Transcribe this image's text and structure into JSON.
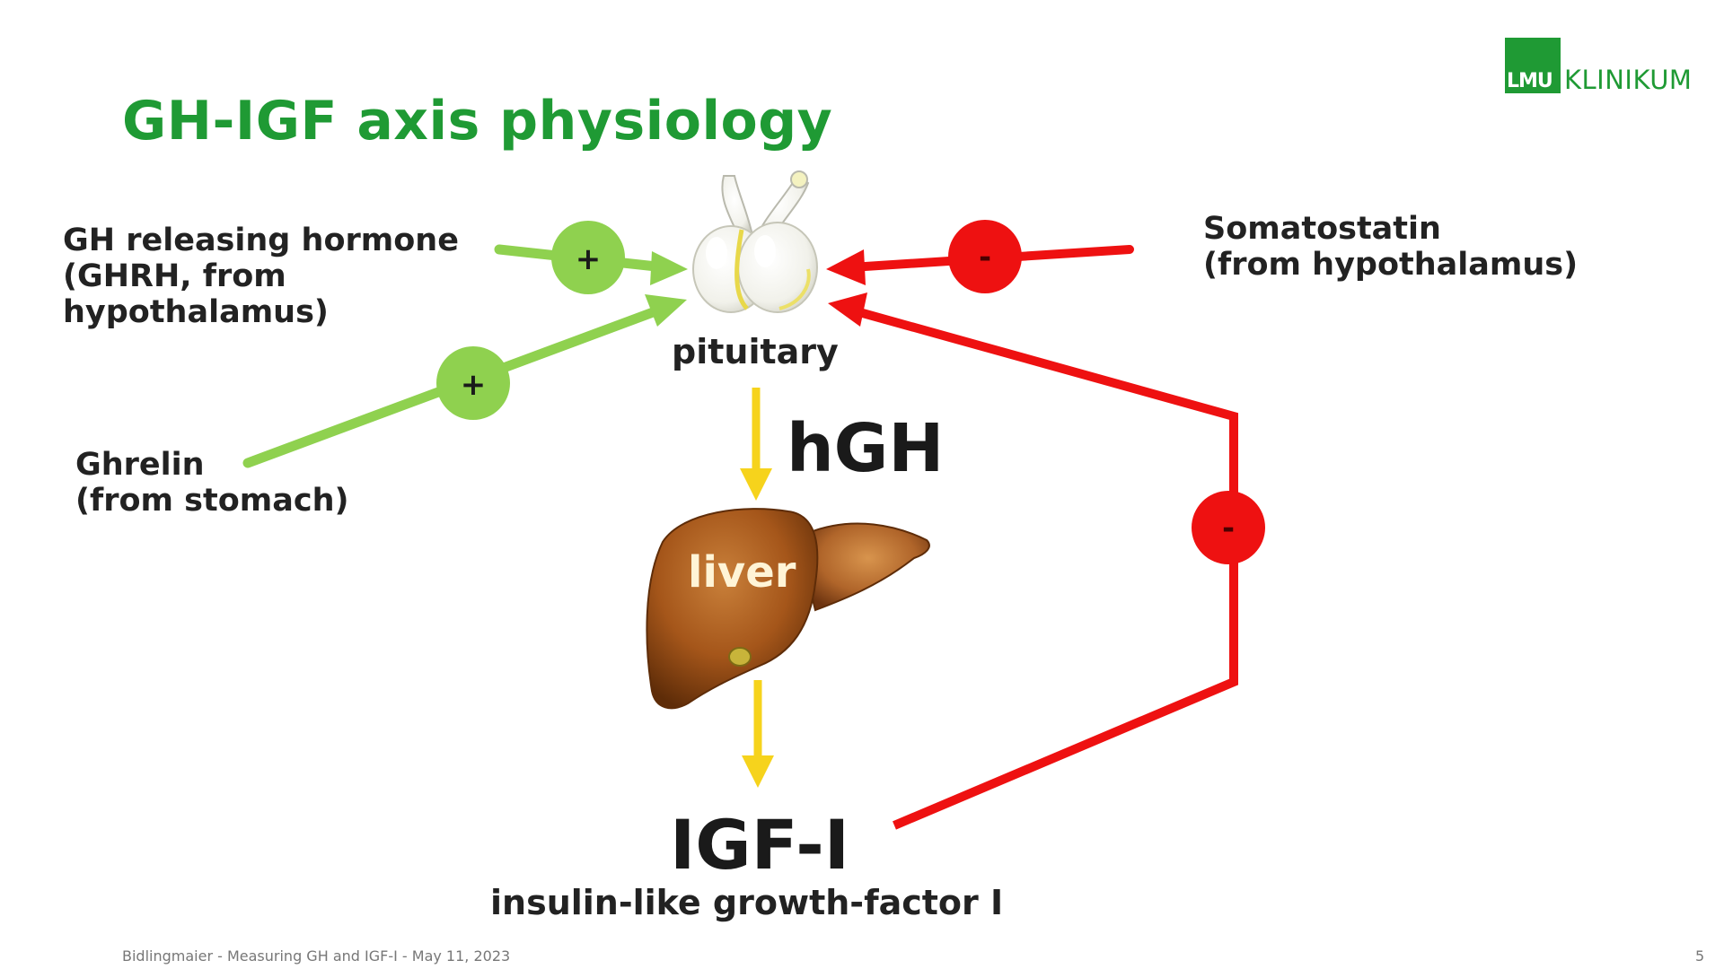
{
  "slide": {
    "title": "GH-IGF axis physiology",
    "logo": {
      "box_text": "LMU",
      "text": "KLINIKUM"
    },
    "footer": "Bidlingmaier - Measuring GH and IGF-I - May 11, 2023",
    "page_number": "5"
  },
  "diagram": {
    "ghrh_label": "GH releasing hormone\n(GHRH, from\nhypothalamus)",
    "ghrelin_label": "Ghrelin\n(from stomach)",
    "somatostatin_label": "Somatostatin\n(from hypothalamus)",
    "pituitary_label": "pituitary",
    "hgh_label": "hGH",
    "liver_label": "liver",
    "igf_label": "IGF-I",
    "igf_sublabel": "insulin-like growth-factor I",
    "stimulate_sign": "+",
    "inhibit_sign": "-"
  },
  "colors": {
    "title_green": "#1f9a34",
    "stimulate_green": "#8fd14f",
    "inhibit_red": "#ee1111",
    "hgh_yellow": "#f6d31c",
    "liver_brown": "#a5561a"
  }
}
